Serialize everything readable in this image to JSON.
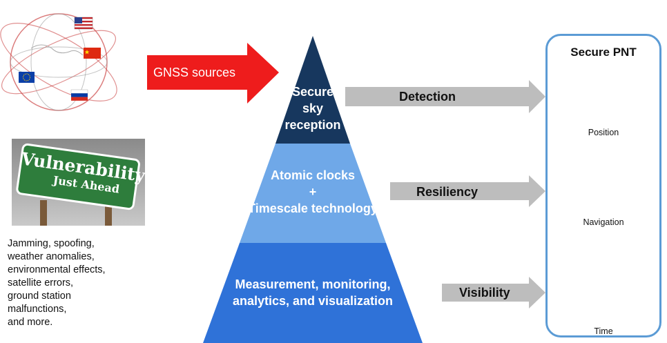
{
  "gnss_arrow": {
    "label": "GNSS sources"
  },
  "vulnerability_sign": {
    "line1": "Vulnerability",
    "line2": "Just Ahead"
  },
  "vulnerability_text": "Jamming, spoofing,\nweather anomalies,\nenvironmental effects,\nsatellite errors,\nground station\nmalfunctions,\nand more.",
  "pyramid": {
    "top": {
      "label": "Secure\nsky\nreception",
      "color": "#17375e"
    },
    "middle": {
      "line1": "Atomic clocks",
      "line2": "+",
      "line3": "Timescale technology",
      "color": "#6fa8e8"
    },
    "bottom": {
      "line1": "Measurement, monitoring,",
      "line2": "analytics, and visualization",
      "color": "#2f72d8"
    }
  },
  "arrows": {
    "detection": "Detection",
    "resiliency": "Resiliency",
    "visibility": "Visibility"
  },
  "secure_pnt": {
    "title": "Secure PNT",
    "items": [
      "Position",
      "Navigation",
      "Time"
    ]
  },
  "colors": {
    "red_arrow": "#ee1c1c",
    "grey_arrow": "#bdbdbd",
    "panel_border": "#5b9bd5",
    "sign_green": "#2e7d3c"
  },
  "icons": [
    "globe-orbit-icon",
    "us-flag-icon",
    "china-flag-icon",
    "eu-flag-icon",
    "russia-flag-icon",
    "gps-screen-icon",
    "compass-icon",
    "stopwatch-icon"
  ]
}
